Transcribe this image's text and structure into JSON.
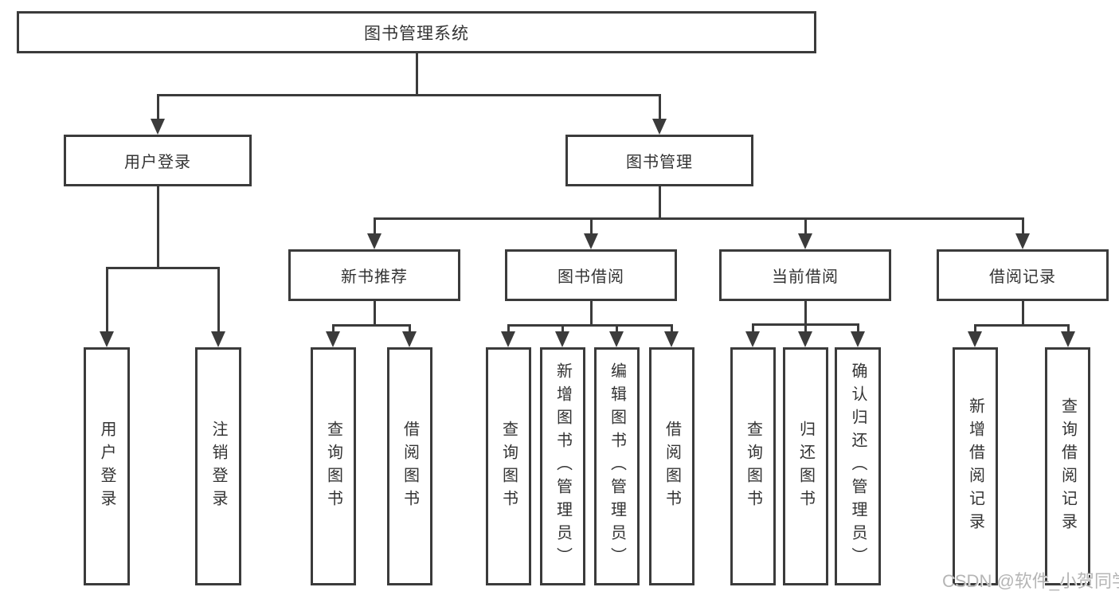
{
  "diagram": {
    "root": "图书管理系统",
    "level2": {
      "user_login_group": "用户登录",
      "book_mgmt": "图书管理"
    },
    "level3": {
      "new_books": "新书推荐",
      "book_borrow": "图书借阅",
      "current_borrow": "当前借阅",
      "borrow_records": "借阅记录"
    },
    "leaves": {
      "user_login": "用户登录",
      "logout": "注销登录",
      "nb_query_books": "查询图书",
      "nb_borrow_books": "借阅图书",
      "bb_query_books": "查询图书",
      "bb_add_books": "新增图书（管理员）",
      "bb_edit_books": "编辑图书（管理员）",
      "bb_borrow_books": "借阅图书",
      "cb_query_books": "查询图书",
      "cb_return_books": "归还图书",
      "cb_confirm_return": "确认归还（管理员）",
      "br_add_record": "新增借阅记录",
      "br_query_record": "查询借阅记录"
    }
  },
  "watermark": "CSDN @软件_小贺同学",
  "colors": {
    "line": "#3b3b3b",
    "text": "#333333",
    "watermark": "#b5b5b5",
    "background": "#ffffff"
  }
}
